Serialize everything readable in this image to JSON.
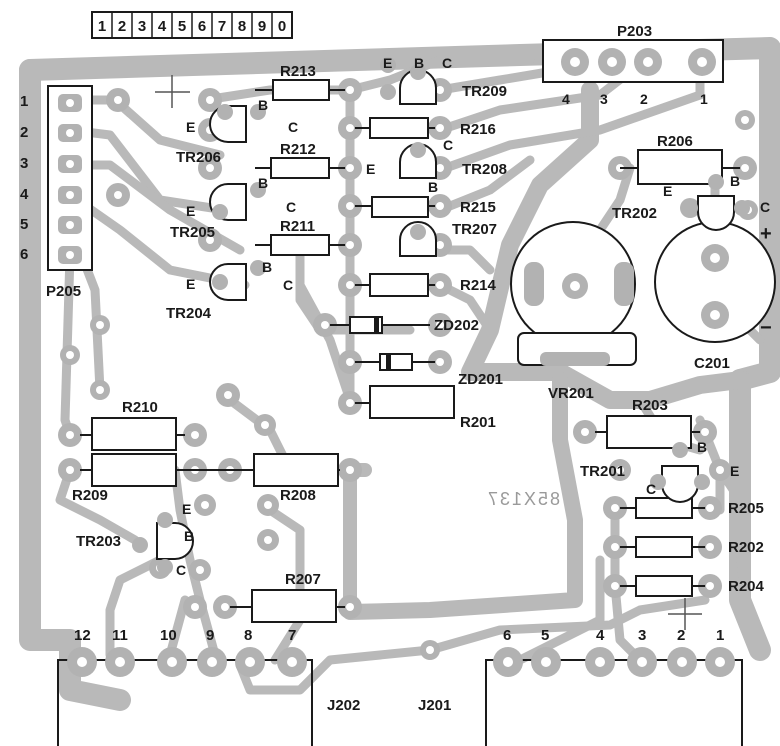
{
  "ruler": {
    "digits": [
      "1",
      "2",
      "3",
      "4",
      "5",
      "6",
      "7",
      "8",
      "9",
      "0"
    ]
  },
  "board_code": "85X137",
  "connectors": {
    "p203": {
      "name": "P203",
      "pins": [
        "4",
        "3",
        "2",
        "1"
      ]
    },
    "p205": {
      "name": "P205",
      "pins": [
        "1",
        "2",
        "3",
        "4",
        "5",
        "6"
      ]
    },
    "j202": {
      "name": "J202",
      "pins": [
        "12",
        "11",
        "10",
        "9",
        "8",
        "7"
      ]
    },
    "j201": {
      "name": "J201",
      "pins": [
        "6",
        "5",
        "4",
        "3",
        "2",
        "1"
      ]
    }
  },
  "resistors": {
    "r201": "R201",
    "r202": "R202",
    "r203": "R203",
    "r204": "R204",
    "r205": "R205",
    "r206": "R206",
    "r207": "R207",
    "r208": "R208",
    "r209": "R209",
    "r210": "R210",
    "r211": "R211",
    "r212": "R212",
    "r213": "R213",
    "r214": "R214",
    "r215": "R215",
    "r216": "R216"
  },
  "diodes": {
    "zd201": "ZD201",
    "zd202": "ZD202"
  },
  "transistors": {
    "tr201": "TR201",
    "tr202": "TR202",
    "tr203": "TR203",
    "tr204": "TR204",
    "tr205": "TR205",
    "tr206": "TR206",
    "tr207": "TR207",
    "tr208": "TR208",
    "tr209": "TR209"
  },
  "pin_letters": {
    "e": "E",
    "b": "B",
    "c": "C"
  },
  "others": {
    "vr201": "VR201",
    "c201": "C201",
    "plus": "+",
    "minus": "−"
  }
}
